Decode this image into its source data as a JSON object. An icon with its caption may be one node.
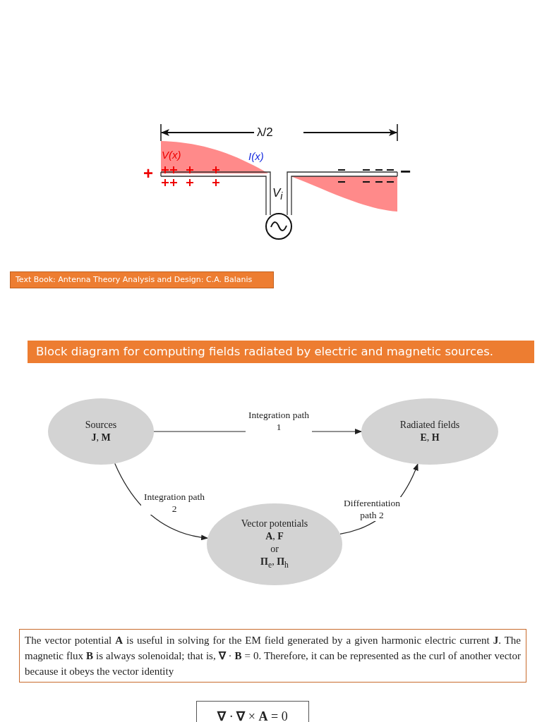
{
  "diagram": {
    "title": "Block diagram for computing fields radiated by electric and magnetic sources.",
    "nodes": [
      {
        "text": [
          "Sources",
          "**J**, **M**"
        ]
      },
      {
        "text": [
          "Radiated fields",
          "**E**, **H**"
        ]
      },
      {
        "text": [
          "Vector potentials",
          "**A**, **F**",
          "or",
          "**Π**$_{e}$, **Π**$_{h}$"
        ]
      }
    ],
    "edges": [
      {
        "from": 0,
        "to": 1,
        "arrow": "to",
        "label": "Integration path 1"
      },
      {
        "from": 0,
        "to": 2,
        "arrow": "to",
        "label": "Integration path 2"
      },
      {
        "from": 2,
        "to": 1,
        "arrow": "to",
        "label": "Differentiation path 2"
      }
    ],
    "labels": [
      "λ/2",
      "V(x)",
      "I(x)",
      "+",
      "−",
      "V$_{i}$",
      "Text Book: Antenna Theory Analysis and Design: C.A. Balanis",
      "The vector potential **A** is useful in solving for the EM field generated by a given harmonic electric current **J**. The magnetic flux **B** is always solenoidal; that is, **∇** · **B** = 0. Therefore, it can be represented as the curl of another vector because it obeys the vector identity",
      "**∇** · **∇** × **A** = 0"
    ]
  }
}
